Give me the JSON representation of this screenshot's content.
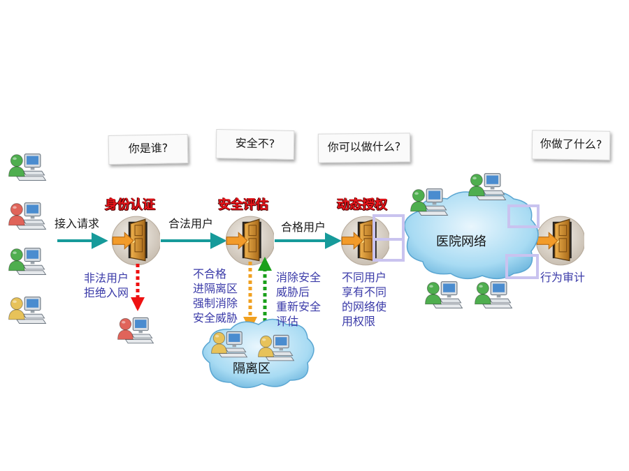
{
  "questions": {
    "q1": "你是谁?",
    "q2": "安全不?",
    "q3": "你可以做什么?",
    "q4": "你做了什么?"
  },
  "steps": {
    "identity": "身份认证",
    "security": "安全评估",
    "authorization": "动态授权"
  },
  "flow": {
    "access_request": "接入请求",
    "legal_user": "合法用户",
    "qualified_user": "合格用户"
  },
  "notes": {
    "illegal": "非法用户\n拒绝入网",
    "unqualified": "不合格\n进隔离区\n强制消除\n安全威胁",
    "reassess": "消除安全\n威胁后\n重新安全\n评估",
    "permissions": "不同用户\n享有不同\n的网络使\n用权限",
    "audit": "行为审计"
  },
  "clouds": {
    "hospital": "医院网络",
    "quarantine": "隔离区"
  },
  "colors": {
    "step_red": "#e8141a",
    "teal_arrow": "#169a9a",
    "deny_red": "#ee1111",
    "quarantine_orange": "#f0a020",
    "return_green": "#1aa01a",
    "cloud_blue": "#9fd4ef",
    "blue_text": "#3a3aa8"
  },
  "icons": [
    "user-computer-icon-green",
    "user-computer-icon-red",
    "user-computer-icon-yellow",
    "door-gate-icon"
  ]
}
